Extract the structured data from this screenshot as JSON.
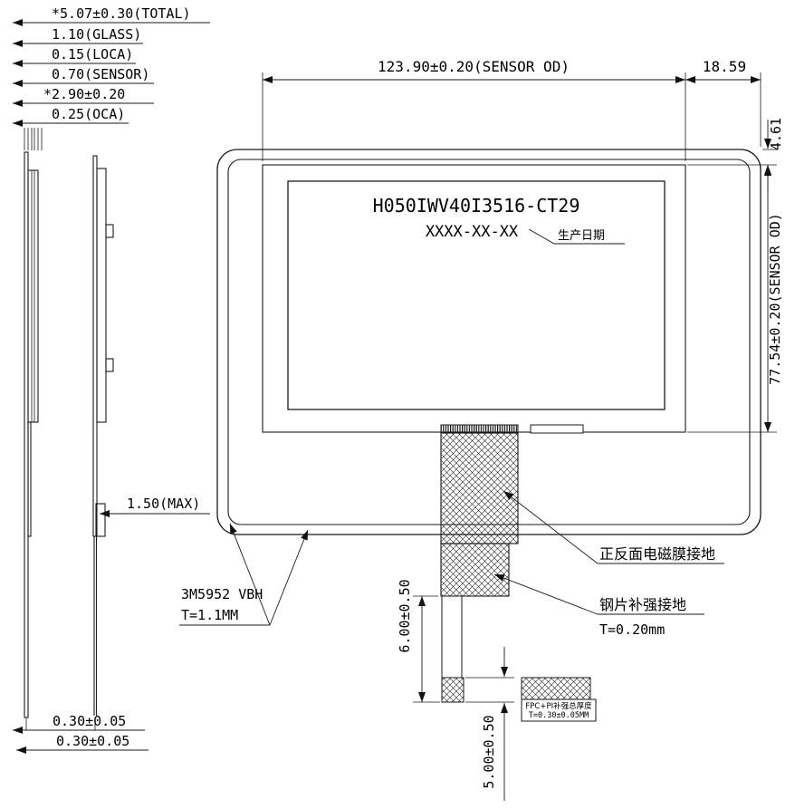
{
  "front_view": {
    "part_number": "H050IWV40I3516-CT29",
    "date_code": "XXXX-XX-XX",
    "date_label": "生产日期"
  },
  "stack_callouts": [
    "*5.07±0.30(TOTAL)",
    "1.10(GLASS)",
    "0.15(LOCA)",
    "0.70(SENSOR)",
    "*2.90±0.20",
    "0.25(OCA)"
  ],
  "dimensions": {
    "sensor_width": "123.90±0.20(SENSOR OD)",
    "right_offset": "18.59",
    "top_offset": "4.61",
    "sensor_height": "77.54±0.20(SENSOR OD)",
    "profile_max": "1.50(MAX)",
    "fpc_upper": "6.00±0.50",
    "fpc_lower": "5.00±0.50",
    "bottom_layer_1": "0.30±0.05",
    "bottom_layer_2": "0.30±0.05"
  },
  "notes": {
    "tape_line1": "3M5952 VBH",
    "tape_line2": "T=1.1MM",
    "emi_ground": "正反面电磁膜接地",
    "steel_line1": "钢片补强接地",
    "steel_line2": "T=0.20mm",
    "fpc_box_line1": "FPC+PI补强总厚度",
    "fpc_box_line2": "T=0.30±0.05MM"
  }
}
